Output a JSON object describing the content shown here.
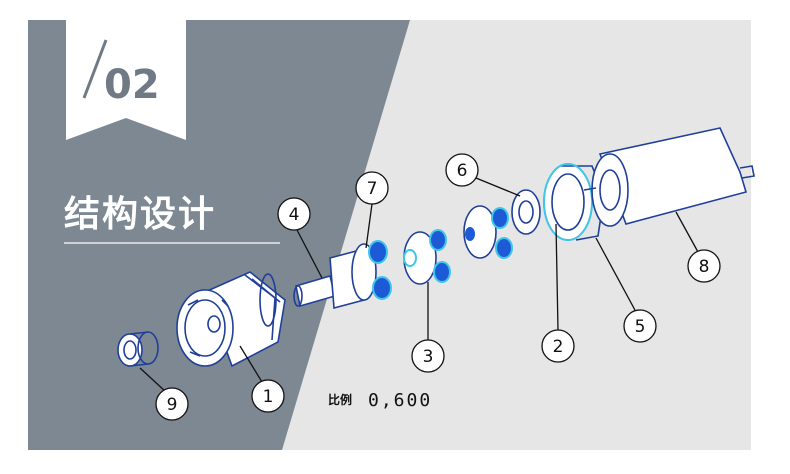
{
  "section": {
    "number": "02",
    "title": "结构设计"
  },
  "scale": {
    "label": "比例",
    "value": "0,600"
  },
  "callouts": [
    "9",
    "1",
    "4",
    "7",
    "3",
    "6",
    "2",
    "5",
    "8"
  ],
  "colors": {
    "dark_panel": "#7d8892",
    "light_panel": "#e6e6e6",
    "badge": "#ffffff",
    "part_stroke": "#1f3f9a",
    "accent_cyan": "#3fc6e8",
    "gear_blue": "#1d5bd6"
  }
}
